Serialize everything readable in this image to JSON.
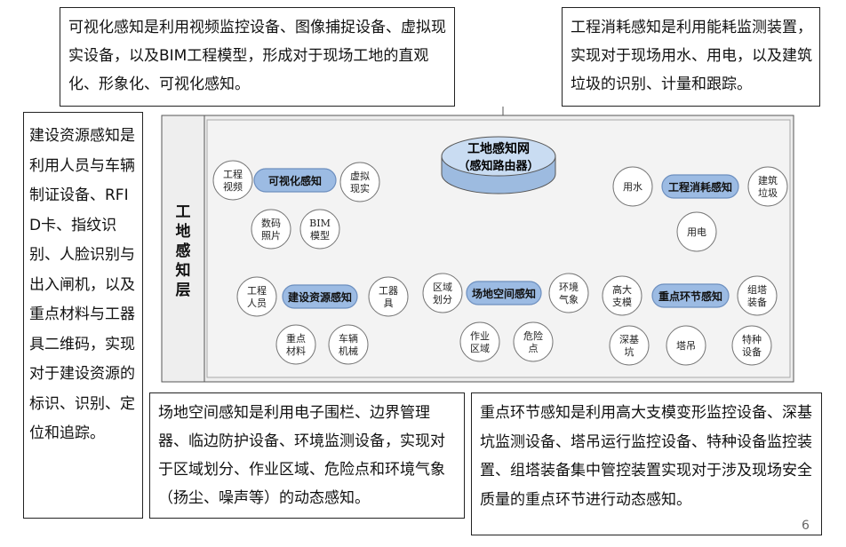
{
  "colors": {
    "panel_fill": "#eeeeee",
    "panel_stroke": "#555555",
    "hub_fill_top": "#c9dcf2",
    "hub_fill_side": "#9dbbe0",
    "pill_fill": "#9cbbe3",
    "pill_stroke": "#6d8fbf",
    "leaf_fill": "#ffffff",
    "leaf_stroke": "#777777",
    "line": "#555555"
  },
  "layer_label": [
    "工",
    "地",
    "感",
    "知",
    "层"
  ],
  "hub": {
    "line1": "工地感知网",
    "line2": "（感知路由器）"
  },
  "categories": {
    "visual": "可视化感知",
    "energy": "工程消耗感知",
    "resource": "建设资源感知",
    "space": "场地空间感知",
    "key": "重点环节感知"
  },
  "leaves": {
    "visual": [
      [
        "工程",
        "视频"
      ],
      [
        "虚拟",
        "现实"
      ],
      [
        "数码",
        "照片"
      ],
      [
        "BIM",
        "模型"
      ]
    ],
    "energy": [
      [
        "用水"
      ],
      [
        "建筑",
        "垃圾"
      ],
      [
        "用电"
      ]
    ],
    "resource": [
      [
        "工程",
        "人员"
      ],
      [
        "工器",
        "具"
      ],
      [
        "重点",
        "材料"
      ],
      [
        "车辆",
        "机械"
      ]
    ],
    "space": [
      [
        "区域",
        "划分"
      ],
      [
        "环境",
        "气象"
      ],
      [
        "作业",
        "区域"
      ],
      [
        "危险",
        "点"
      ]
    ],
    "key": [
      [
        "高大",
        "支模"
      ],
      [
        "组塔",
        "装备"
      ],
      [
        "深基",
        "坑"
      ],
      [
        "塔吊"
      ],
      [
        "特种",
        "设备"
      ]
    ]
  },
  "boxes": {
    "top_left": "可视化感知是利用视频监控设备、图像捕捉设备、虚拟现实设备，以及BIM工程模型，形成对于现场工地的直观化、形象化、可视化感知。",
    "top_right": "工程消耗感知是利用能耗监测装置，实现对于现场用水、用电，以及建筑垃圾的识别、计量和跟踪。",
    "left": "建设资源感知是利用人员与车辆制证设备、RFID卡、指纹识别、人脸识别与出入闸机，以及重点材料与工器具二维码，实现对于建设资源的标识、识别、定位和追踪。",
    "bottom_mid": "场地空间感知是利用电子围栏、边界管理器、临边防护设备、环境监测设备，实现对于区域划分、作业区域、危险点和环境气象（扬尘、噪声等）的动态感知。",
    "bottom_right": "重点环节感知是利用高大支模变形监控设备、深基坑监测设备、塔吊运行监控设备、特种设备监控装置、组塔装备集中管控装置实现对于涉及现场安全质量的重点环节进行动态感知。"
  },
  "page_number": "6"
}
